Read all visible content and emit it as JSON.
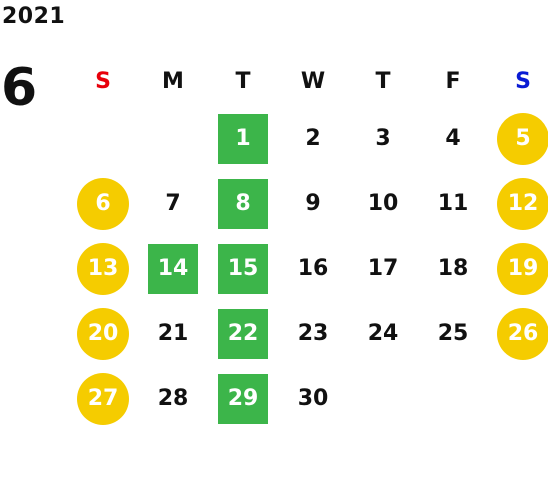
{
  "calendar": {
    "year": "2021",
    "month": "6",
    "weekdays": [
      "S",
      "M",
      "T",
      "W",
      "T",
      "F",
      "S"
    ],
    "colors": {
      "sunday_label": "#e8000b",
      "saturday_label": "#0a1bd4",
      "weekend_circle": "#f5cc00",
      "highlight_square": "#3cb54a"
    },
    "weeks": [
      [
        {
          "day": "",
          "style": "none"
        },
        {
          "day": "",
          "style": "none"
        },
        {
          "day": "1",
          "style": "green"
        },
        {
          "day": "2",
          "style": "plain"
        },
        {
          "day": "3",
          "style": "plain"
        },
        {
          "day": "4",
          "style": "plain"
        },
        {
          "day": "5",
          "style": "yellow"
        }
      ],
      [
        {
          "day": "6",
          "style": "yellow"
        },
        {
          "day": "7",
          "style": "plain"
        },
        {
          "day": "8",
          "style": "green"
        },
        {
          "day": "9",
          "style": "plain"
        },
        {
          "day": "10",
          "style": "plain"
        },
        {
          "day": "11",
          "style": "plain"
        },
        {
          "day": "12",
          "style": "yellow"
        }
      ],
      [
        {
          "day": "13",
          "style": "yellow"
        },
        {
          "day": "14",
          "style": "green"
        },
        {
          "day": "15",
          "style": "green"
        },
        {
          "day": "16",
          "style": "plain"
        },
        {
          "day": "17",
          "style": "plain"
        },
        {
          "day": "18",
          "style": "plain"
        },
        {
          "day": "19",
          "style": "yellow"
        }
      ],
      [
        {
          "day": "20",
          "style": "yellow"
        },
        {
          "day": "21",
          "style": "plain"
        },
        {
          "day": "22",
          "style": "green"
        },
        {
          "day": "23",
          "style": "plain"
        },
        {
          "day": "24",
          "style": "plain"
        },
        {
          "day": "25",
          "style": "plain"
        },
        {
          "day": "26",
          "style": "yellow"
        }
      ],
      [
        {
          "day": "27",
          "style": "yellow"
        },
        {
          "day": "28",
          "style": "plain"
        },
        {
          "day": "29",
          "style": "green"
        },
        {
          "day": "30",
          "style": "plain"
        },
        {
          "day": "",
          "style": "none"
        },
        {
          "day": "",
          "style": "none"
        },
        {
          "day": "",
          "style": "none"
        }
      ]
    ]
  }
}
